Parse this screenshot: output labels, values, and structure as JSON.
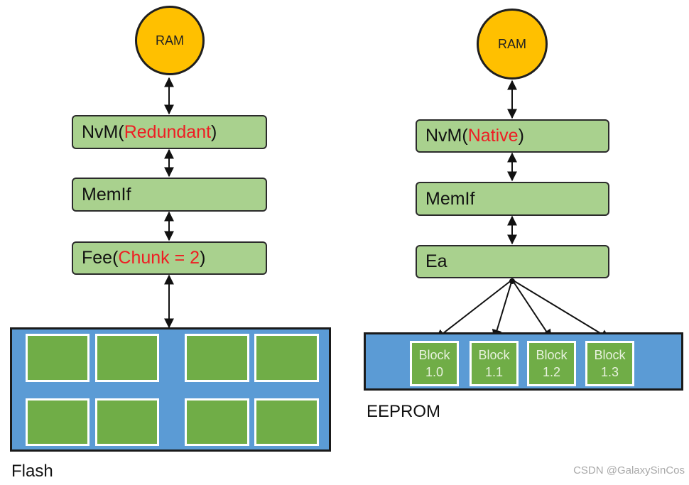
{
  "flash": {
    "ram": "RAM",
    "nvm": {
      "prefix": "NvM(",
      "accent": "Redundant",
      "suffix": ")"
    },
    "memif": "MemIf",
    "fee": {
      "prefix": "Fee(",
      "accent": "Chunk = 2",
      "suffix": ")"
    },
    "caption": "Flash"
  },
  "eeprom": {
    "ram": "RAM",
    "nvm": {
      "prefix": "NvM(",
      "accent": "Native",
      "suffix": ")"
    },
    "memif": "MemIf",
    "ea": "Ea",
    "blocks": [
      {
        "line1": "Block",
        "line2": "1.0"
      },
      {
        "line1": "Block",
        "line2": "1.1"
      },
      {
        "line1": "Block",
        "line2": "1.2"
      },
      {
        "line1": "Block",
        "line2": "1.3"
      }
    ],
    "caption": "EEPROM"
  },
  "watermark": "CSDN @GalaxySinCos",
  "colors": {
    "ram_fill": "#ffc000",
    "layer_fill": "#a9d18e",
    "accent_text": "#ee1d23",
    "memory_fill": "#5b9bd5",
    "block_fill": "#70ad47"
  }
}
